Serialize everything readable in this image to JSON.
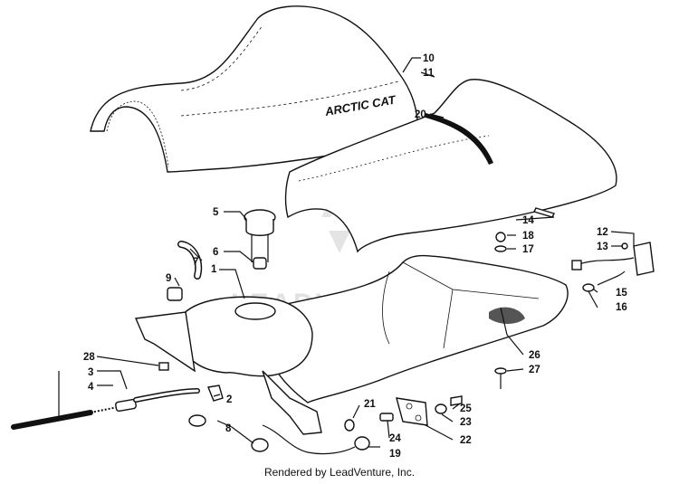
{
  "diagram": {
    "brand_label": "ARCTIC CAT",
    "watermark": "LEADVENTURE",
    "footer": "Rendered by LeadVenture, Inc.",
    "callouts": {
      "c1": "1",
      "c2": "2",
      "c3": "3",
      "c4": "4",
      "c5": "5",
      "c6": "6",
      "c7": "7",
      "c8": "8",
      "c9": "9",
      "c10": "10",
      "c11": "11",
      "c12": "12",
      "c13": "13",
      "c14": "14",
      "c15": "15",
      "c16": "16",
      "c17": "17",
      "c18": "18",
      "c19": "19",
      "c20": "20",
      "c21": "21",
      "c22": "22",
      "c23": "23",
      "c24": "24",
      "c25": "25",
      "c26": "26",
      "c27": "27",
      "c28": "28"
    }
  }
}
